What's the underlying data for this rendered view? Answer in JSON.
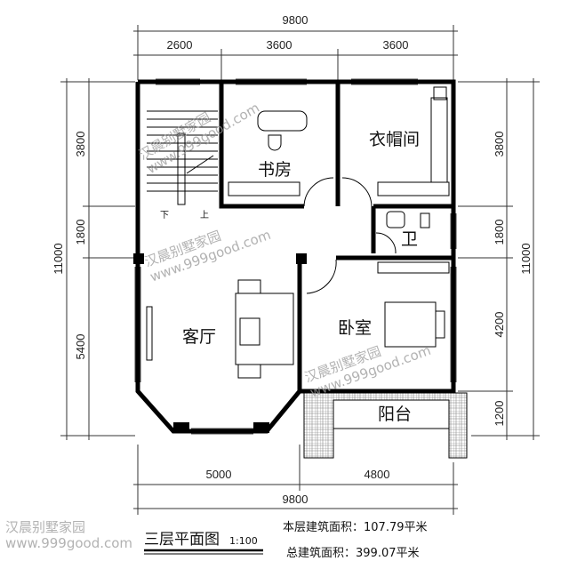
{
  "dimensions": {
    "top_total": "9800",
    "top_parts": [
      "2600",
      "3600",
      "3600"
    ],
    "left_total": "11000",
    "left_parts": [
      "3800",
      "1800",
      "5400"
    ],
    "right_total": "11000",
    "right_parts": [
      "3800",
      "1800",
      "4200",
      "1200"
    ],
    "bottom_parts": [
      "5000",
      "4800"
    ],
    "bottom_total": "9800"
  },
  "rooms": {
    "study": "书房",
    "cloakroom": "衣帽间",
    "bathroom": "卫",
    "living": "客厅",
    "bedroom": "卧室",
    "balcony": "阳台"
  },
  "stairs": {
    "down": "下",
    "up": "上"
  },
  "watermark": {
    "name": "汉晨别墅家园",
    "url": "www.999good.com"
  },
  "footer": {
    "title": "三层平面图",
    "scale": "1:100",
    "floor_area": "本层建筑面积：107.79平米",
    "total_area": "总建筑面积：399.07平米"
  }
}
